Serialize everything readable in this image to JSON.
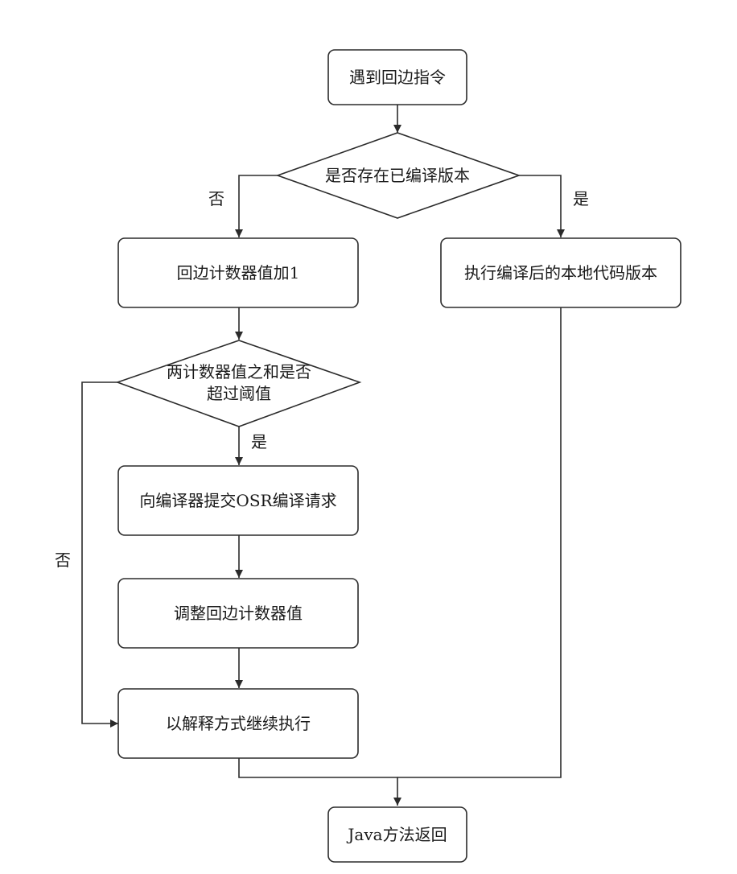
{
  "nodes": {
    "start": "遇到回边指令",
    "check_compiled": "是否存在已编译版本",
    "increment_counter": "回边计数器值加1",
    "exec_native": "执行编译后的本地代码版本",
    "threshold_line1": "两计数器值之和是否",
    "threshold_line2": "超过阈值",
    "submit_osr": "向编译器提交OSR编译请求",
    "adjust_counter": "调整回边计数器值",
    "interpret": "以解释方式继续执行",
    "return": "Java方法返回"
  },
  "edges": {
    "compiled_no": "否",
    "compiled_yes": "是",
    "threshold_yes": "是",
    "threshold_no": "否"
  }
}
